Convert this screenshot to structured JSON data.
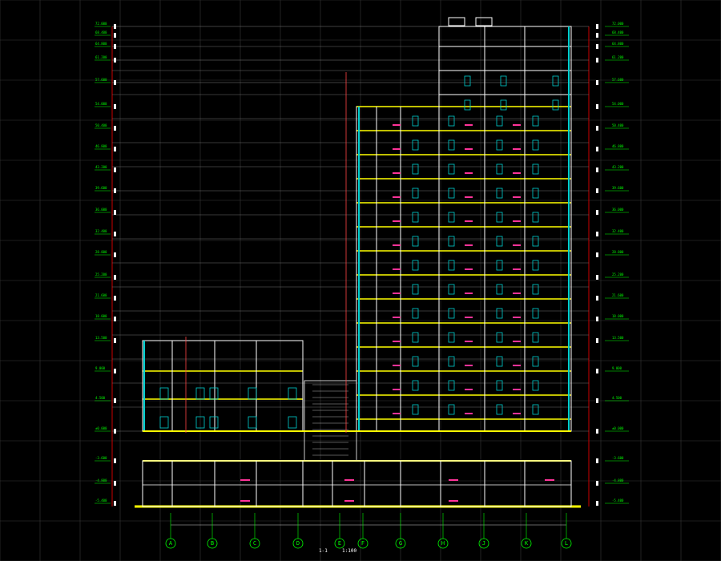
{
  "drawing": {
    "title": "1-1",
    "scale": "1:100",
    "colors": {
      "background": "#000000",
      "grid": "#3a3a3a",
      "axis_line": "#cc0000",
      "axis_bubble": "#00ff00",
      "slab": "#ffff00",
      "wall": "#ffffff",
      "glazing": "#00d0d0",
      "annotation": "#ff3399",
      "dimension": "#ff4444"
    }
  },
  "axes": [
    "A",
    "B",
    "C",
    "D",
    "E",
    "F",
    "G",
    "H",
    "J",
    "K",
    "L"
  ],
  "levels": {
    "left": [
      "-5.400",
      "-4.800",
      "-3.600",
      "±0.000",
      "4.500",
      "9.000",
      "13.500",
      "18.000",
      "21.600",
      "25.200",
      "28.800",
      "32.400",
      "36.000",
      "39.600",
      "43.200",
      "46.800",
      "50.400",
      "54.000",
      "57.600",
      "61.200",
      "64.800",
      "68.400",
      "72.000"
    ],
    "right": [
      "-5.400",
      "-4.800",
      "-3.600",
      "±0.000",
      "4.500",
      "9.000",
      "13.500",
      "18.000",
      "21.600",
      "25.200",
      "28.800",
      "32.400",
      "36.000",
      "39.600",
      "43.200",
      "46.800",
      "50.400",
      "54.000",
      "57.600",
      "61.200",
      "64.800",
      "68.400",
      "72.000"
    ]
  }
}
